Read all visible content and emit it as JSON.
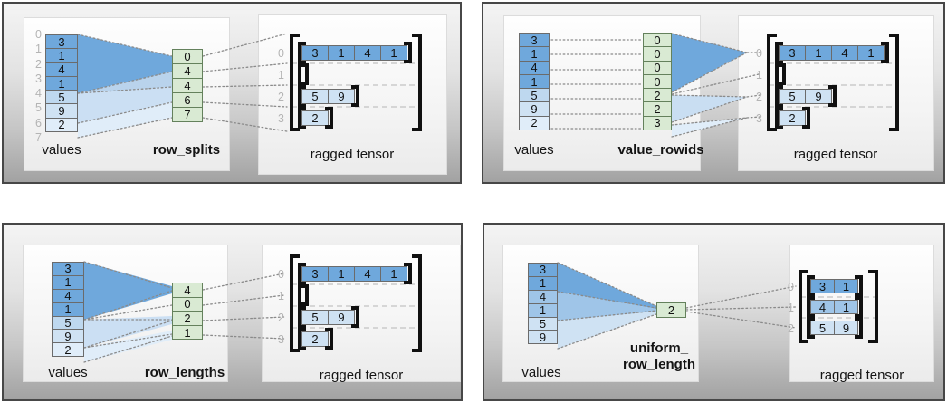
{
  "palette": {
    "dark_blue": "#6fa8dc",
    "medium_blue": "#9fc5e8",
    "light_blue": "#cfe2f3",
    "pale_blue": "#e0edf9",
    "green": "#d9ead3"
  },
  "quadrants": [
    {
      "method": "row_splits",
      "values_label": "values",
      "method_label_lines": [
        "row_splits"
      ],
      "ragged_label": "ragged tensor",
      "boundary_indices": [
        "0",
        "1",
        "2",
        "3",
        "4",
        "5",
        "6",
        "7"
      ],
      "values": [
        "3",
        "1",
        "4",
        "1",
        "5",
        "9",
        "2"
      ],
      "method_cells": [
        "0",
        "4",
        "4",
        "6",
        "7"
      ],
      "row_indices": [
        "0",
        "1",
        "2",
        "3"
      ],
      "ragged_rows": [
        [
          "3",
          "1",
          "4",
          "1"
        ],
        [],
        [
          "5",
          "9"
        ],
        [
          "2"
        ]
      ]
    },
    {
      "method": "value_rowids",
      "values_label": "values",
      "method_label_lines": [
        "value_rowids"
      ],
      "ragged_label": "ragged tensor",
      "values": [
        "3",
        "1",
        "4",
        "1",
        "5",
        "9",
        "2"
      ],
      "method_cells": [
        "0",
        "0",
        "0",
        "0",
        "2",
        "2",
        "3"
      ],
      "row_indices": [
        "0",
        "1",
        "2",
        "3"
      ],
      "ragged_rows": [
        [
          "3",
          "1",
          "4",
          "1"
        ],
        [],
        [
          "5",
          "9"
        ],
        [
          "2"
        ]
      ]
    },
    {
      "method": "row_lengths",
      "values_label": "values",
      "method_label_lines": [
        "row_lengths"
      ],
      "ragged_label": "ragged tensor",
      "values": [
        "3",
        "1",
        "4",
        "1",
        "5",
        "9",
        "2"
      ],
      "method_cells": [
        "4",
        "0",
        "2",
        "1"
      ],
      "row_indices": [
        "0",
        "1",
        "2",
        "3"
      ],
      "ragged_rows": [
        [
          "3",
          "1",
          "4",
          "1"
        ],
        [],
        [
          "5",
          "9"
        ],
        [
          "2"
        ]
      ]
    },
    {
      "method": "uniform_row_length",
      "values_label": "values",
      "method_label_lines": [
        "uniform_",
        "row_length"
      ],
      "ragged_label": "ragged tensor",
      "values": [
        "3",
        "1",
        "4",
        "1",
        "5",
        "9"
      ],
      "method_cells": [
        "2"
      ],
      "row_indices": [
        "0",
        "1",
        "2"
      ],
      "ragged_rows": [
        [
          "3",
          "1"
        ],
        [
          "4",
          "1"
        ],
        [
          "5",
          "9"
        ]
      ]
    }
  ]
}
